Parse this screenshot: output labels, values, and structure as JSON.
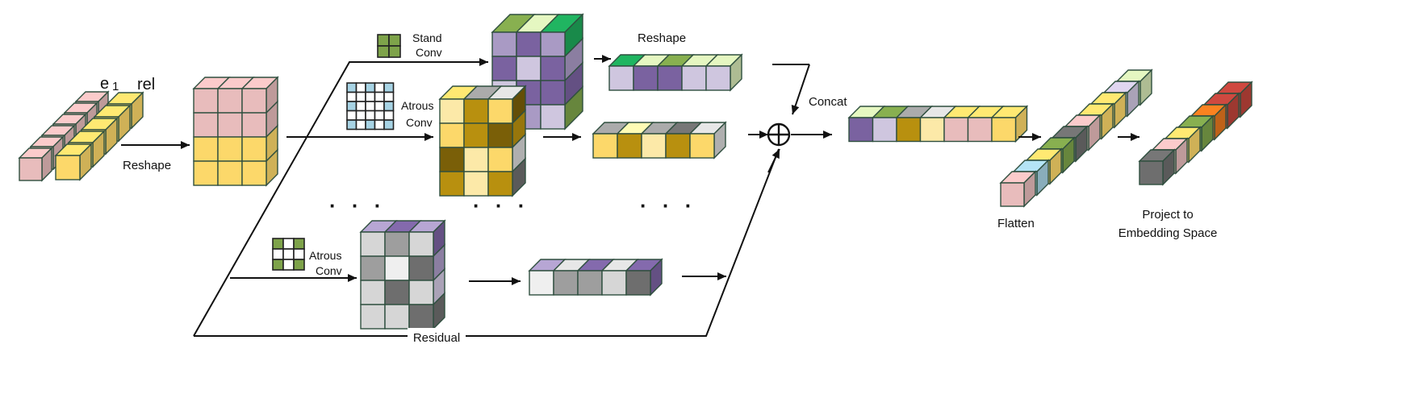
{
  "labels": {
    "e1": "e",
    "e1_sub": "1",
    "rel": "rel",
    "reshape_left": "Reshape",
    "stand_conv_line1": "Stand",
    "stand_conv_line2": "Conv",
    "atrous_conv_top_line1": "Atrous",
    "atrous_conv_top_line2": "Conv",
    "atrous_conv_bottom_line1": "Atrous",
    "atrous_conv_bottom_line2": "Conv",
    "reshape_top": "Reshape",
    "concat": "Concat",
    "residual": "Residual",
    "flatten": "Flatten",
    "project_line1": "Project to",
    "project_line2": "Embedding Space",
    "ellipsis": "· · ·"
  },
  "colors": {
    "pink": "#e8bcbc",
    "yellow": "#fcd86a",
    "light_yellow": "#fce9a8",
    "gold": "#b8900f",
    "dark_gold": "#7a5f08",
    "purple": "#7a62a0",
    "lavender": "#cfc6df",
    "light_purple": "#a99ac4",
    "green": "#7ea34a",
    "light_green": "#d4e5b3",
    "bright_green": "#1ea85a",
    "grey": "#9e9e9e",
    "light_grey": "#d6d6d6",
    "dark_grey": "#6e6e6e",
    "white_grey": "#efefef",
    "cyan": "#a7d3e4",
    "orange": "#e8781e",
    "red": "#c0443b",
    "line": "#111111",
    "edge": "#2f4f3f"
  },
  "icons": [
    "plus-circle-icon",
    "grid-2x2-icon",
    "grid-5x5-icon",
    "grid-3x3-icon"
  ]
}
